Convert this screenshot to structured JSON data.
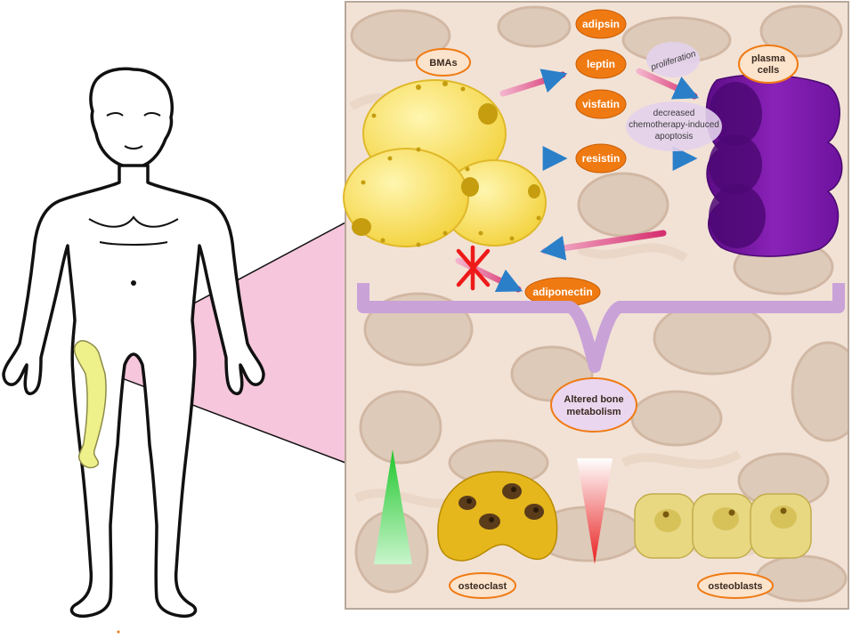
{
  "labels": {
    "bmas": "BMAs",
    "plasma_line1": "plasma",
    "plasma_line2": "cells",
    "adipsin": "adipsin",
    "leptin": "leptin",
    "visfatin": "visfatin",
    "resistin": "resistin",
    "adiponectin": "adiponectin",
    "proliferation": "proliferation",
    "apoptosis_line1": "decreased",
    "apoptosis_line2": "chemotherapy-induced",
    "apoptosis_line3": "apoptosis",
    "altered_line1": "Altered bone",
    "altered_line2": "metabolism",
    "osteoclast": "osteoclast",
    "osteoblasts": "osteoblasts"
  },
  "colors": {
    "adipokine_orange": "#f07a12",
    "bma_yellow": "#f9e05a",
    "plasma_purple": "#7a17a8",
    "arrow_pink": "#e0508a",
    "arrow_blue": "#2a7fc8",
    "brace_lilac": "#c9a2d8",
    "zoom_pink": "#f6c6dc",
    "inhibit_red": "#ee1a1a",
    "increase_green": "#22cc33",
    "decrease_red": "#ee2222",
    "osteoclast_gold": "#e5b71c",
    "osteoblast_khaki": "#e8d882",
    "femur_yellow": "#eef08a"
  }
}
